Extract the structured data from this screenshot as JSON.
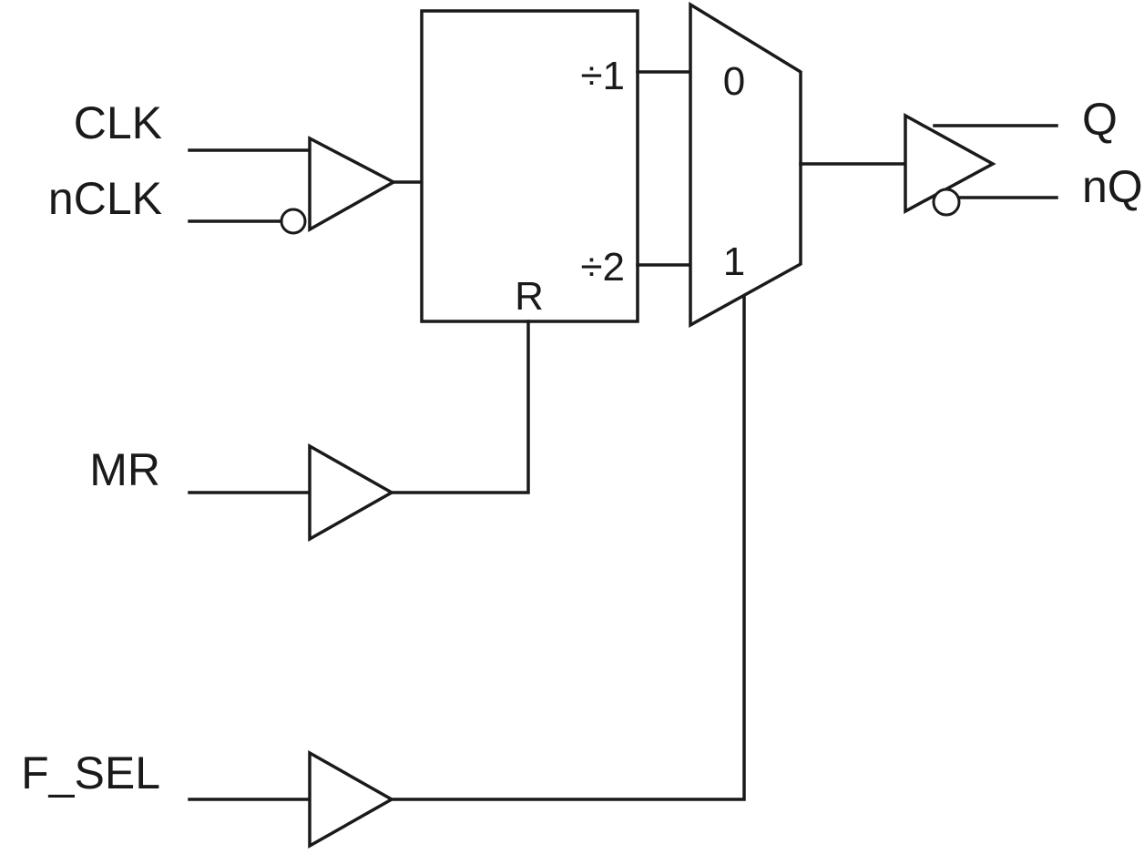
{
  "inputs": {
    "clk": "CLK",
    "nclk": "nCLK",
    "mr": "MR",
    "fsel": "F_SEL"
  },
  "divider": {
    "div1": "÷1",
    "div2": "÷2",
    "reset": "R"
  },
  "mux": {
    "in0": "0",
    "in1": "1"
  },
  "outputs": {
    "q": "Q",
    "nq": "nQ"
  }
}
